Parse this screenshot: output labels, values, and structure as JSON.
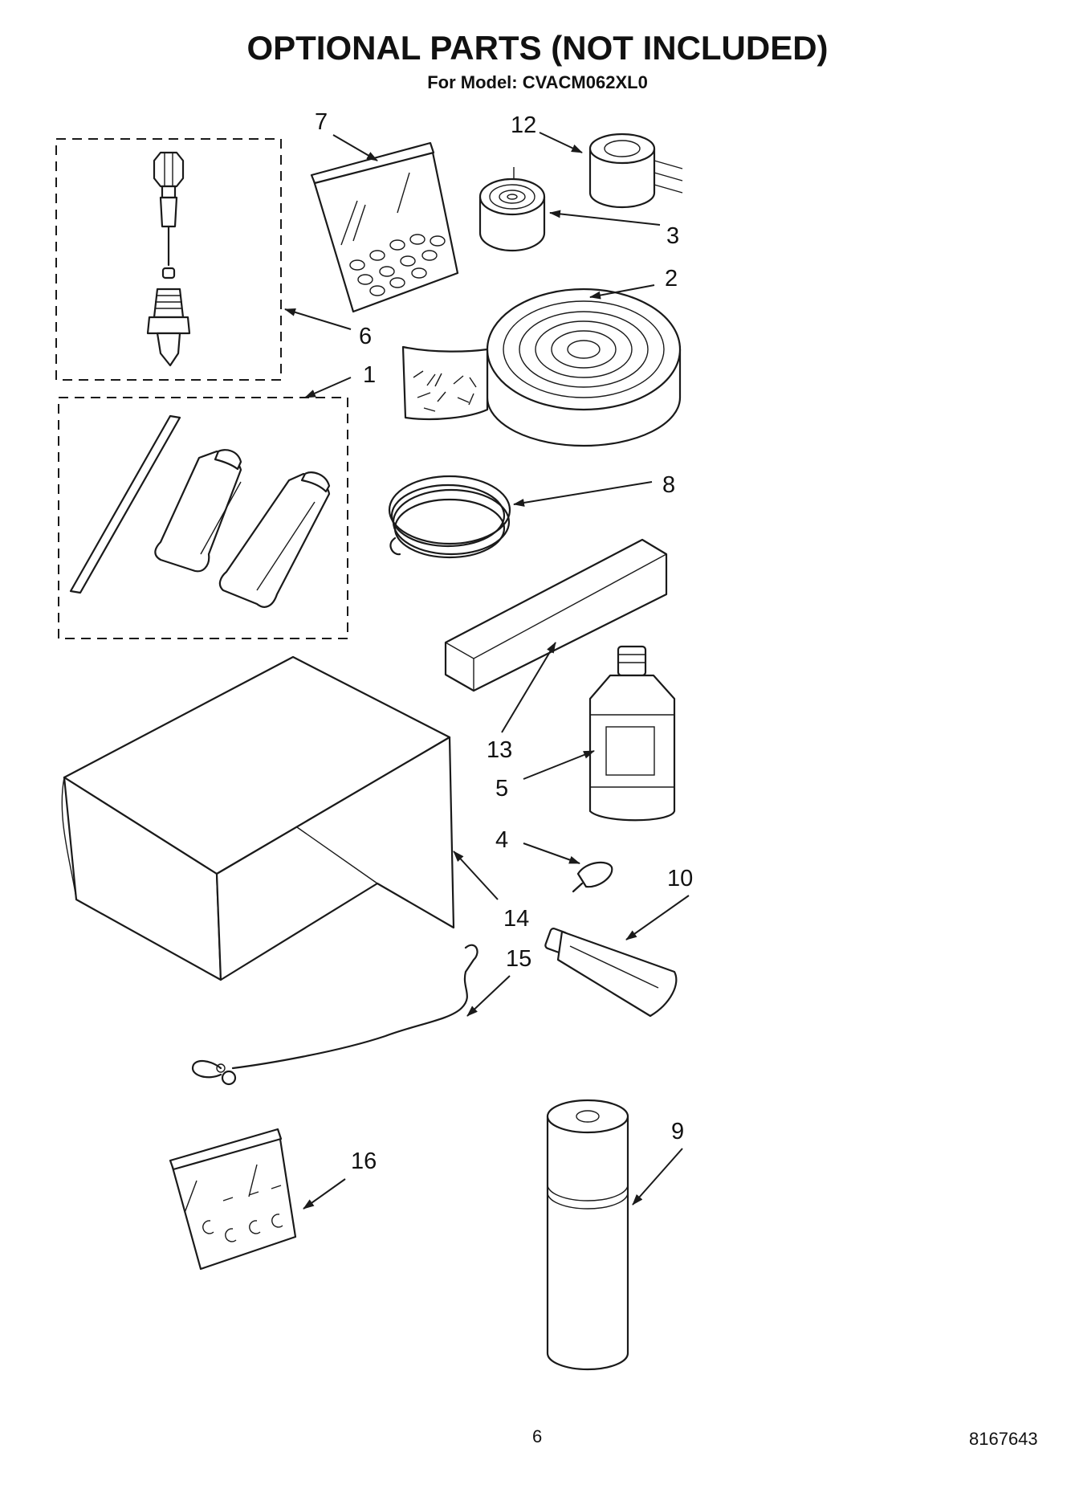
{
  "header": {
    "title": "OPTIONAL PARTS (NOT INCLUDED)",
    "subtitle": "For Model: CVACM062XL0"
  },
  "callouts": {
    "c1": "1",
    "c2": "2",
    "c3": "3",
    "c4": "4",
    "c5": "5",
    "c6": "6",
    "c7": "7",
    "c8": "8",
    "c9": "9",
    "c10": "10",
    "c12": "12",
    "c13": "13",
    "c14": "14",
    "c15": "15",
    "c16": "16"
  },
  "footer": {
    "page_number": "6",
    "doc_number": "8167643"
  }
}
